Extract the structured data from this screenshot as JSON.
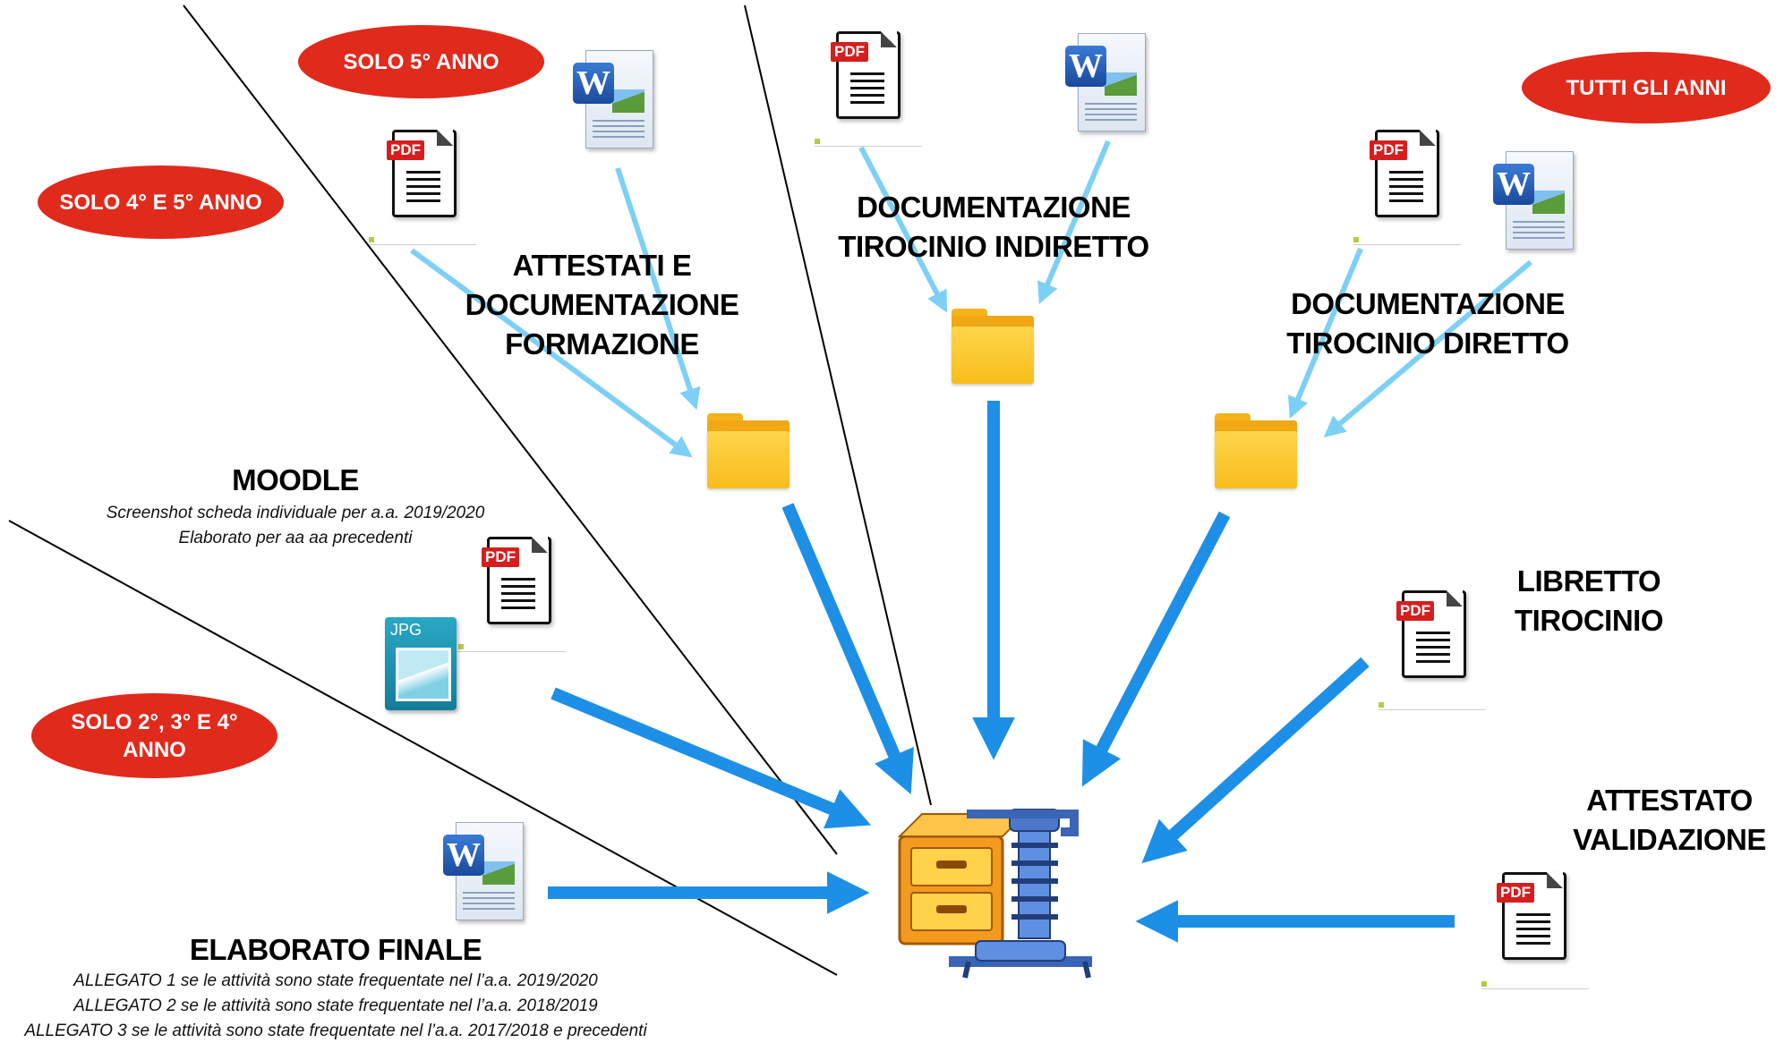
{
  "labels": {
    "attestati": [
      "ATTESTATI E",
      "DOCUMENTAZIONE",
      "FORMAZIONE"
    ],
    "tirocinio_indiretto": [
      "DOCUMENTAZIONE",
      "TIROCINIO INDIRETTO"
    ],
    "tirocinio_diretto": [
      "DOCUMENTAZIONE",
      "TIROCINIO DIRETTO"
    ],
    "moodle": "MOODLE",
    "moodle_notes": [
      "Screenshot scheda individuale per a.a. 2019/2020",
      "Elaborato per aa aa precedenti"
    ],
    "libretto": [
      "LIBRETTO",
      "TIROCINIO"
    ],
    "attestato_validazione": [
      "ATTESTATO",
      "VALIDAZIONE"
    ],
    "elaborato": "ELABORATO FINALE",
    "elaborato_notes": [
      "ALLEGATO 1 se le attività sono state frequentate nel l’a.a. 2019/2020",
      "ALLEGATO 2 se le attività sono state frequentate nel l’a.a. 2018/2019",
      "ALLEGATO 3 se le attività sono state frequentate nel l’a.a. 2017/2018 e precedenti"
    ]
  },
  "badges": {
    "solo_5": "SOLO 5° ANNO",
    "solo_4_5": "SOLO 4° E 5° ANNO",
    "tutti": "TUTTI GLI ANNI",
    "solo_2_3_4": [
      "SOLO 2°, 3° E 4°",
      "ANNO"
    ]
  },
  "icons": {
    "pdf_tag": "PDF",
    "word_letter": "W",
    "jpg_tag": "JPG"
  },
  "colors": {
    "badge": "#e02a1c",
    "light_arrow": "#7dd0f5",
    "dark_arrow": "#1e8fe6",
    "folder": "#f7bd1c"
  }
}
